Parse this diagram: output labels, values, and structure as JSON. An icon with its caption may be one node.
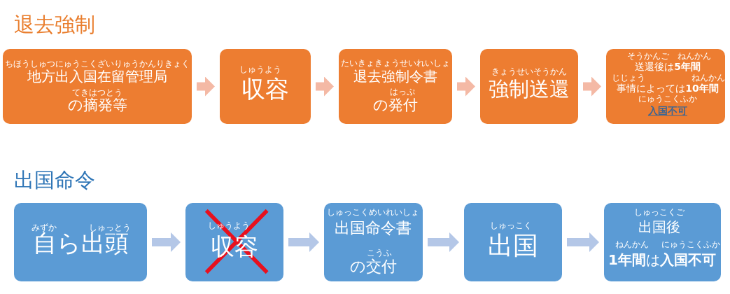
{
  "diagram": {
    "nodes": [
      {
        "text": [
          "ちほうしゅつにゅうこくざいりゅうかんりきょく",
          "地方出入国在留管理局",
          "てきはつとう",
          "の摘発等"
        ]
      },
      {
        "text": [
          "しゅうよう",
          "収容"
        ]
      },
      {
        "text": [
          "たいきょきょうせいれいしょ",
          "退去強制令書",
          "はっぷ",
          "の発付"
        ]
      },
      {
        "text": [
          "きょうせいそうかん",
          "強制送還"
        ]
      },
      {
        "text": [
          "そうかんご",
          "ねんかん",
          "送還後は**5年間**",
          "じじょう",
          "ねんかん",
          "事情によっては**10年間**",
          "にゅうこくふか",
          "入国不可"
        ]
      },
      {
        "text": [
          "みずか",
          "しゅっとう",
          "自ら出頭"
        ]
      },
      {
        "text": [
          "しゅうよう",
          "収容"
        ]
      },
      {
        "text": [
          "しゅっこくめいれいしょ",
          "出国命令書",
          "こうふ",
          "の交付"
        ]
      },
      {
        "text": [
          "しゅっこく",
          "出国"
        ]
      },
      {
        "text": [
          "しゅっこくご",
          "出国後",
          "ねんかん",
          "にゅうこくふか",
          "**1年間**は**入国不可**"
        ]
      }
    ],
    "edges": [
      {
        "from": 0,
        "to": 1,
        "arrow": "to",
        "color": "#f4b9a5"
      },
      {
        "from": 1,
        "to": 2,
        "arrow": "to",
        "color": "#f4b9a5"
      },
      {
        "from": 2,
        "to": 3,
        "arrow": "to",
        "color": "#f4b9a5"
      },
      {
        "from": 3,
        "to": 4,
        "arrow": "to",
        "color": "#f4b9a5"
      },
      {
        "from": 5,
        "to": 6,
        "arrow": "to",
        "color": "#b4c7e7"
      },
      {
        "from": 6,
        "to": 7,
        "arrow": "to",
        "color": "#b4c7e7"
      },
      {
        "from": 7,
        "to": 8,
        "arrow": "to",
        "color": "#b4c7e7"
      },
      {
        "from": 8,
        "to": 9,
        "arrow": "to",
        "color": "#b4c7e7"
      }
    ],
    "labels": [
      "退去強制",
      "出国命令"
    ]
  }
}
